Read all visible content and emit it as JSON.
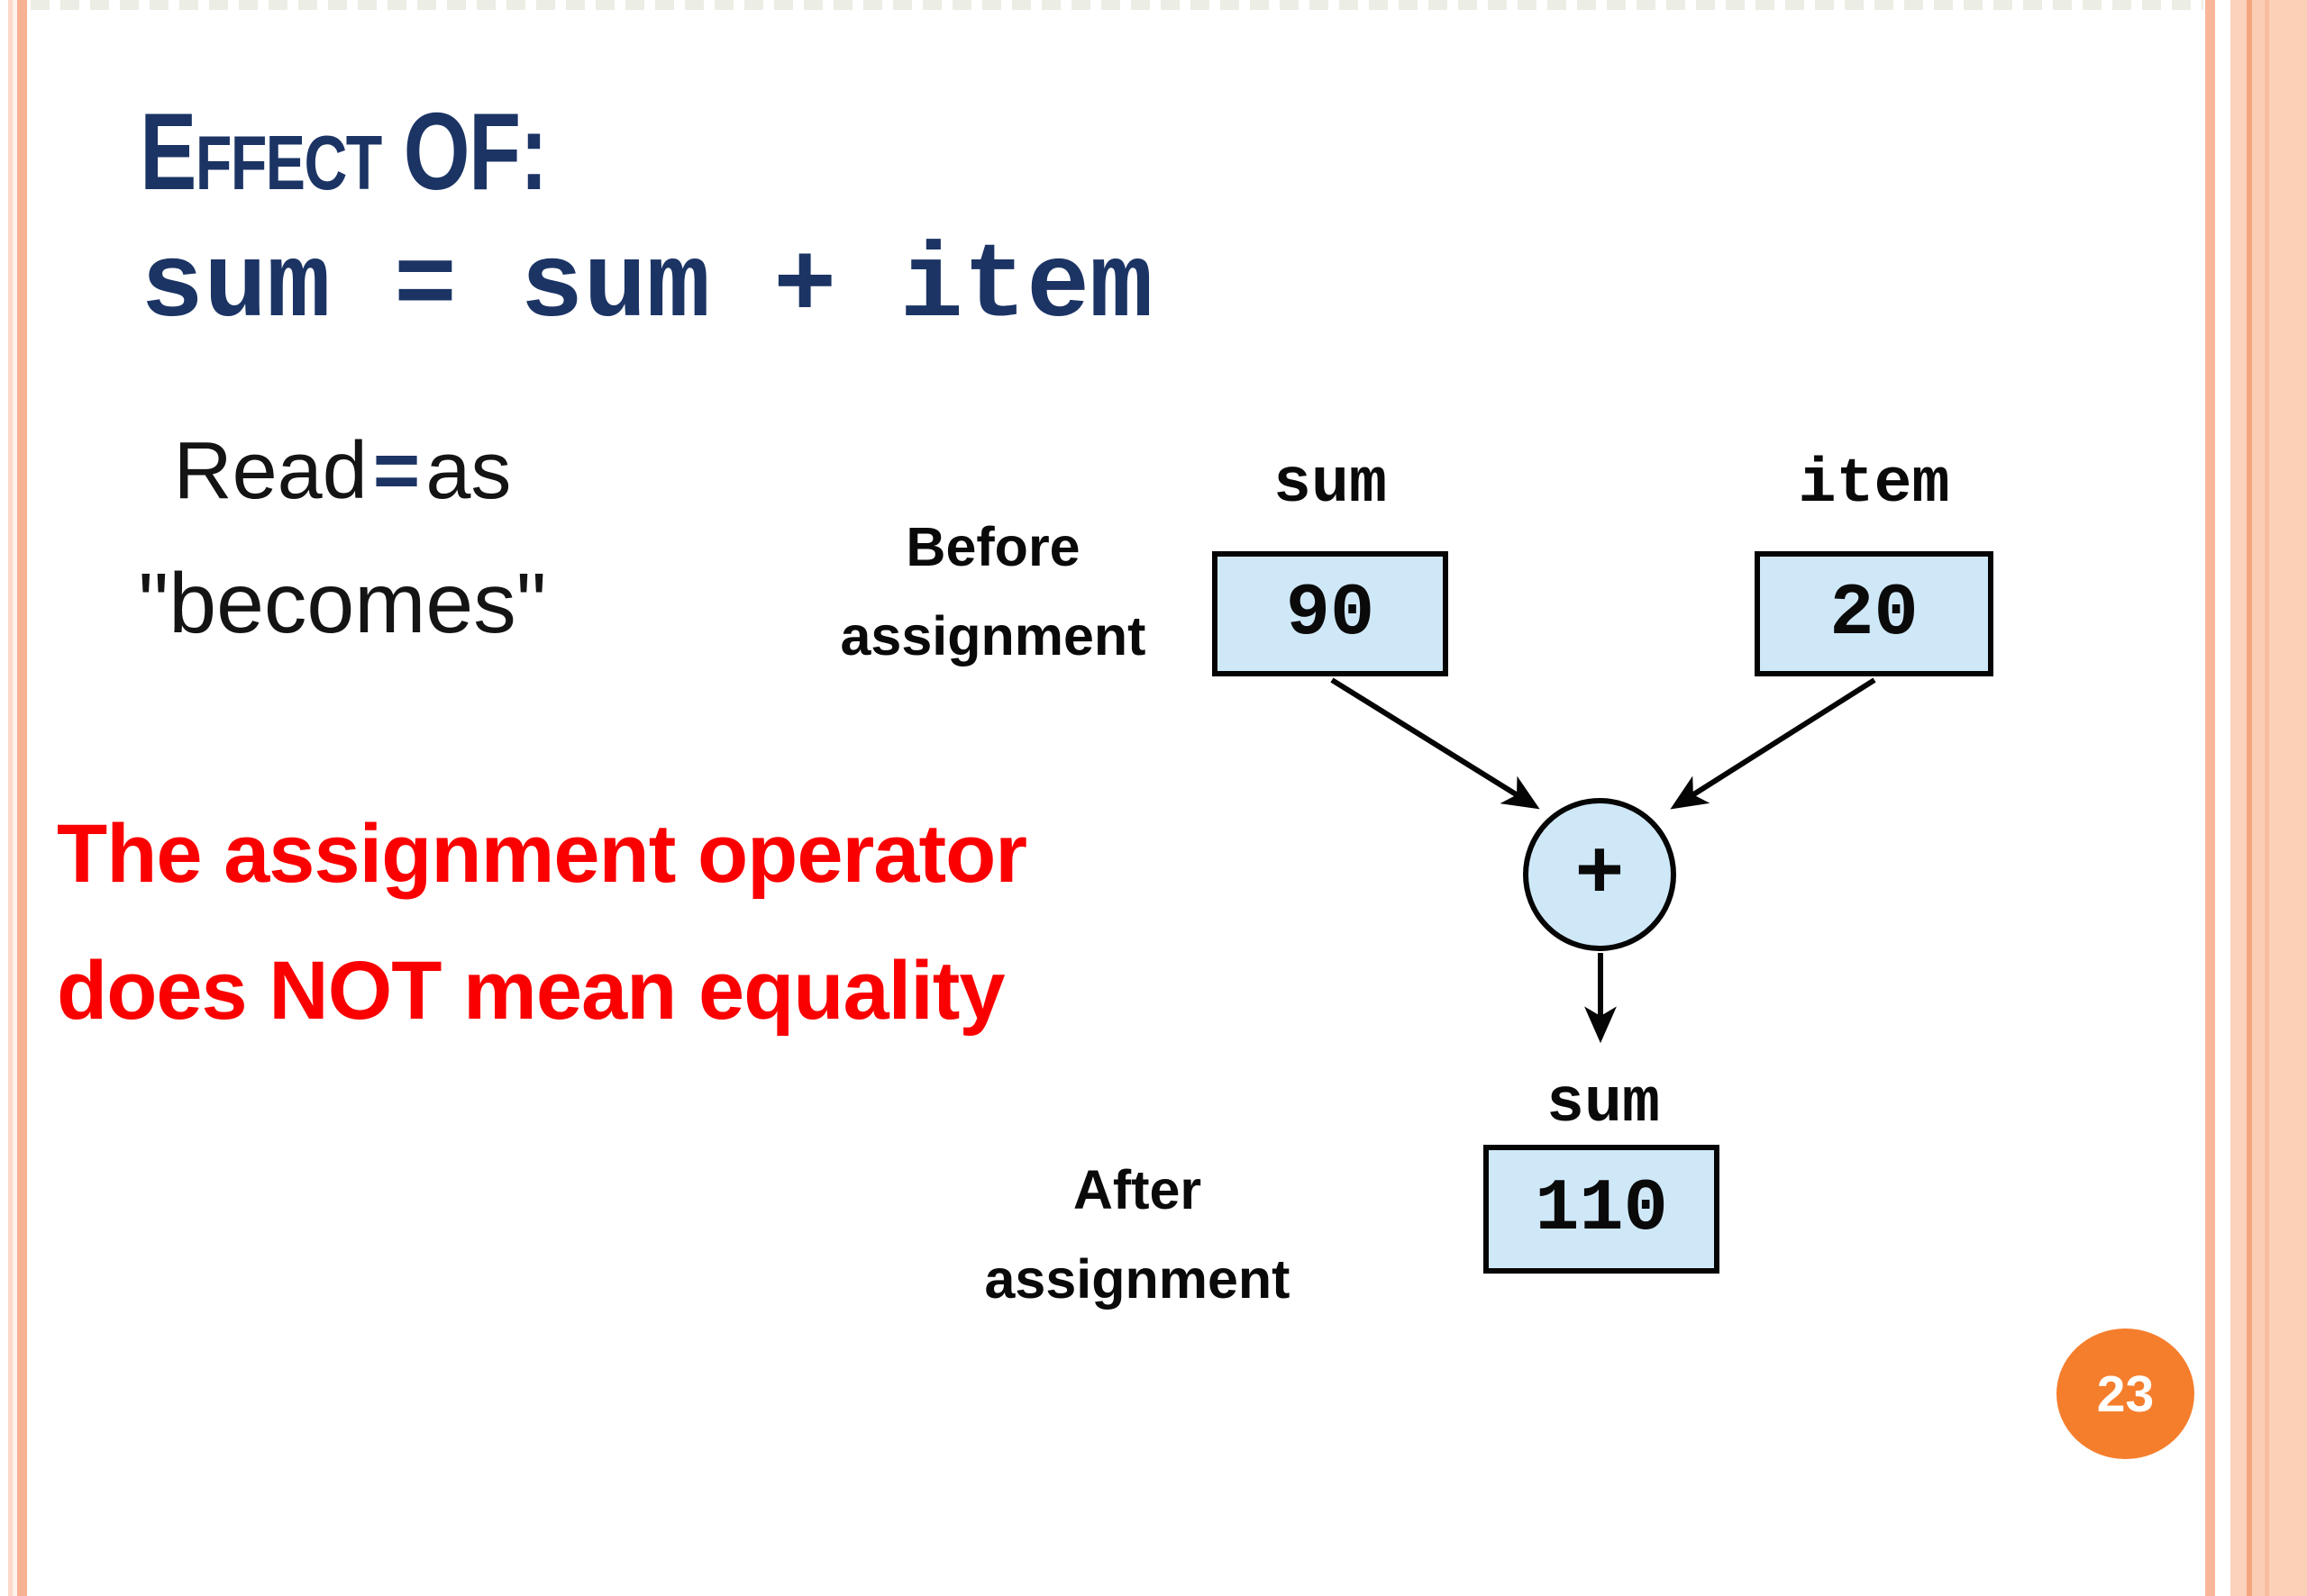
{
  "slide": {
    "title": "Effect OF:",
    "code": "sum = sum + item",
    "read": {
      "pre": "Read",
      "eq": "=",
      "post": "as"
    },
    "becomes": "\"becomes\"",
    "warning": [
      "The assignment operator",
      "does NOT mean equality"
    ],
    "page_number": "23"
  },
  "diagram": {
    "before": [
      "Before",
      "assignment"
    ],
    "after": [
      "After",
      "assignment"
    ],
    "operator": "+",
    "vars": {
      "sum_before": {
        "label": "sum",
        "value": "90"
      },
      "item": {
        "label": "item",
        "value": "20"
      },
      "sum_after": {
        "label": "sum",
        "value": "110"
      }
    }
  },
  "colors": {
    "navy_text": "#1b3464",
    "warning_red": "#fa0000",
    "box_fill": "#cfe8f8",
    "outline_black": "#050505",
    "page_badge_orange": "#f57e2d",
    "border_salmon": "#f7b294",
    "border_peach": "#fccfb7"
  }
}
